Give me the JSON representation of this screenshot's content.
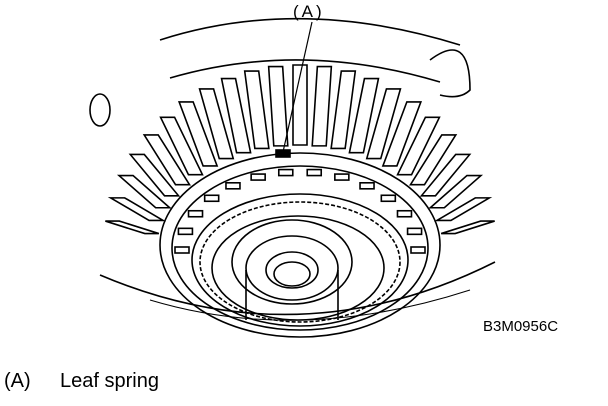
{
  "figure": {
    "callout_label": "(A)",
    "figure_code": "B3M0956C"
  },
  "legend": [
    {
      "key": "(A)",
      "label": "Leaf spring"
    }
  ]
}
